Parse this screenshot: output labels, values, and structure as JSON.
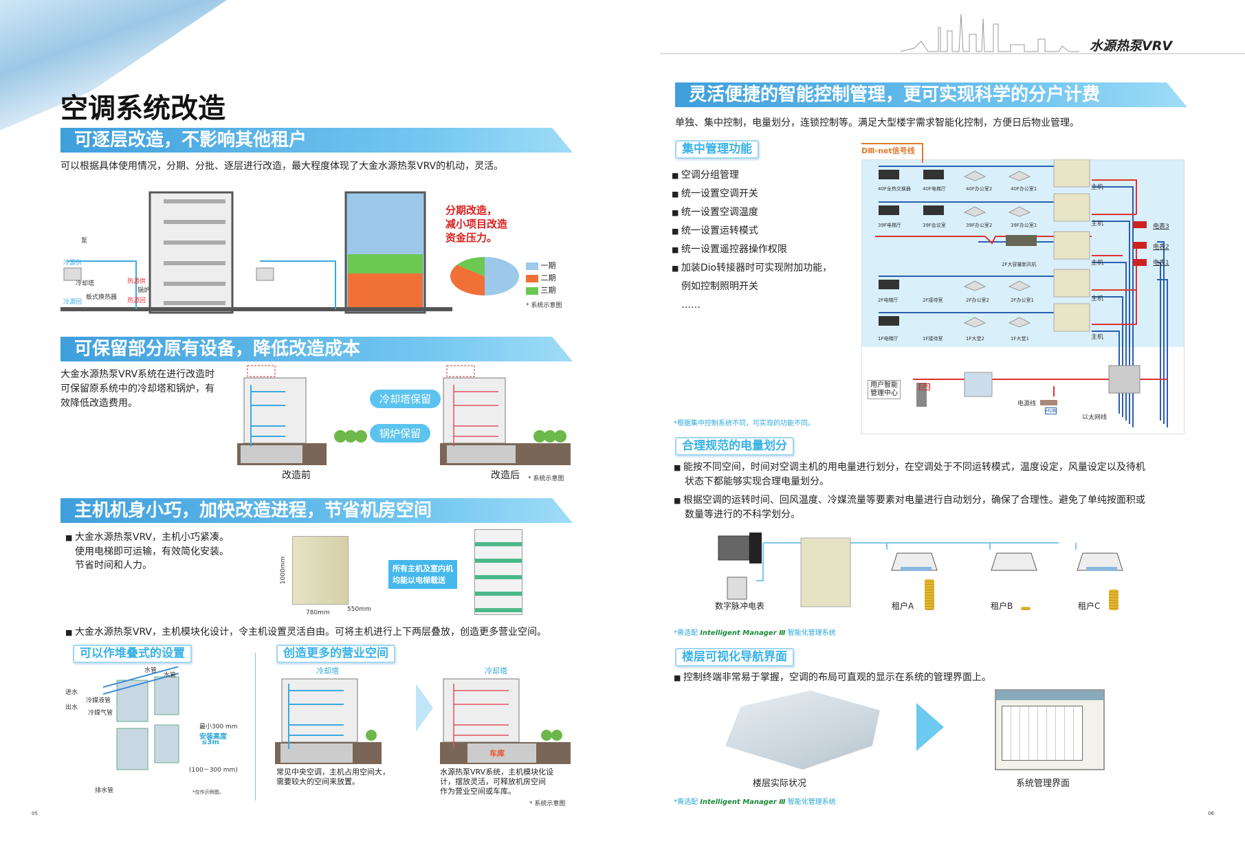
{
  "header": {
    "brand": "水源热泵VRV"
  },
  "left": {
    "page_title": "空调系统改造",
    "sec1": {
      "banner": "可逐层改造，不影响其他租户",
      "desc": "可以根据具体使用情况，分期、分批、逐层进行改造，最大程度体现了大金水源热泵VRV的机动，灵活。",
      "diagram_labels": [
        "泵",
        "冷却塔",
        "板式换热器",
        "热源供",
        "热源回",
        "锅炉",
        "冷源供",
        "冷源回"
      ],
      "callout": [
        "分期改造，",
        "减小项目改造",
        "资金压力。"
      ],
      "legend": [
        "一期",
        "二期",
        "三期"
      ],
      "legend_colors": [
        "#9cc8ea",
        "#f07038",
        "#6cc850"
      ],
      "pie_values": [
        50,
        35,
        15
      ],
      "note": "* 系统示意图"
    },
    "sec2": {
      "banner": "可保留部分原有设备，降低改造成本",
      "desc": [
        "大金水源热泵VRV系统在进行改造时",
        "可保留原系统中的冷却塔和锅炉，有",
        "效降低改造费用。"
      ],
      "bubble1": "冷却塔保留",
      "bubble2": "锅炉保留",
      "before": "改造前",
      "after": "改造后",
      "note": "* 系统示意图"
    },
    "sec3": {
      "banner": "主机机身小巧，加快改造进程，节省机房空间",
      "bullet1": [
        "大金水源热泵VRV，主机小巧紧凑。",
        "使用电梯即可运输，有效简化安装。",
        "节省时间和人力。"
      ],
      "dim_h": "1000mm",
      "dim_w": "780mm",
      "dim_d": "550mm",
      "elevator_callout": [
        "所有主机及室内机",
        "均能以电梯载送"
      ],
      "bullet2": "大金水源热泵VRV，主机模块化设计，令主机设置灵活自由。可将主机进行上下两层叠放，创造更多营业空间。",
      "tag_stack": "可以作堆叠式的设置",
      "tag_space": "创造更多的营业空间",
      "stack_labels": {
        "water1": "水管",
        "water2": "水管",
        "in": "进水",
        "out": "出水",
        "liquid": "冷媒液管",
        "gas": "冷媒气管",
        "min": "最小300 mm",
        "height": "安装高度",
        "height_val": "≤3m",
        "range": "(100－300 mm)",
        "drain": "排水管",
        "note": "*仅作示例图。"
      },
      "cooling_tower": "冷却塔",
      "garage": "车库",
      "caption_before": [
        "常见中央空调，主机占用空间大，",
        "需要较大的空间来放置。"
      ],
      "caption_after": [
        "水源热泵VRV系统，主机模块化设",
        "计，摆放灵活，可释放机房空间",
        "作为营业空间或车库。"
      ],
      "note": "* 系统示意图"
    },
    "page_number": "05"
  },
  "right": {
    "banner": "灵活便捷的智能控制管理，更可实现科学的分户计费",
    "desc": "单独、集中控制，电量划分，连锁控制等。满足大型楼宇需求智能化控制，方便日后物业管理。",
    "tag_central": "集中管理功能",
    "central_items": [
      "空调分组管理",
      "统一设置空调开关",
      "统一设置空调温度",
      "统一设置运转模式",
      "统一设置遥控器操作权限",
      "加装Dio转接器时可实现附加功能，"
    ],
    "central_cont": "例如控制照明开关",
    "central_more": "……",
    "network": {
      "signal": "DⅢ-net信号线",
      "rows": [
        [
          "40F全热交换器",
          "40F电梯厅",
          "40F办公室2",
          "40F办公室1"
        ],
        [
          "39F电梯厅",
          "39F会议室",
          "39F办公室2",
          "39F办公室1"
        ],
        [
          "2F大容量新风机"
        ],
        [
          "2F电梯厅",
          "2F接待室",
          "2F办公室2",
          "2F办公室1"
        ],
        [
          "1F电梯厅",
          "1F接待室",
          "1F大堂2",
          "1F大堂1"
        ]
      ],
      "host": "主机",
      "meters": [
        "电表3",
        "电表2",
        "电表1"
      ],
      "center": [
        "用户智能",
        "管理中心"
      ],
      "ups": "UPS",
      "power": "电源线",
      "hub": "HUB",
      "ethernet": "以太网线"
    },
    "network_note": "*根据集中控制系统不同，可实现的功能不同。",
    "tag_power": "合理规范的电量划分",
    "power_bullets": [
      [
        "能按不同空间，时间对空调主机的用电量进行划分，在空调处于不同运转模式，温度设定，风量设定以及待机",
        "状态下都能够实现合理电量划分。"
      ],
      [
        "根据空调的运转时间、回风温度、冷媒流量等要素对电量进行自动划分，确保了合理性。避免了单纯按面积或",
        "数量等进行的不科学划分。"
      ]
    ],
    "meter_label": "数字脉冲电表",
    "tenants": [
      "租户A",
      "租户B",
      "租户C"
    ],
    "tenant_usage": [
      9,
      1,
      6
    ],
    "im_note": {
      "prefix": "*需选配",
      "logo": "Intelligent Manager Ⅲ",
      "suffix": "智能化管理系统"
    },
    "tag_floor": "楼层可视化导航界面",
    "floor_bullet": "控制终端非常易于掌握，空调的布局可直观的显示在系统的管理界面上。",
    "floor_actual": "楼层实际状况",
    "floor_ui": "系统管理界面",
    "page_number": "06"
  }
}
